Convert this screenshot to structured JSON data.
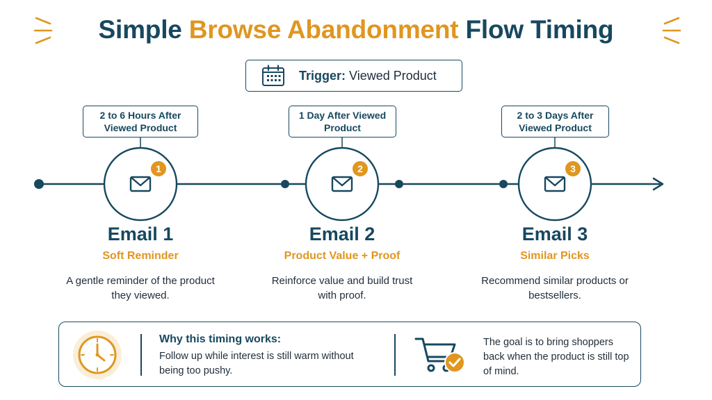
{
  "title": {
    "part1": "Simple ",
    "part2": "Browse Abandonment",
    "part3": " Flow Timing"
  },
  "trigger": {
    "label": "Trigger:",
    "value": " Viewed Product"
  },
  "steps": [
    {
      "timing": "2 to 6 Hours After Viewed Product",
      "badge": "1",
      "title": "Email 1",
      "subtitle": "Soft Reminder",
      "description": "A gentle reminder of the product they viewed."
    },
    {
      "timing": "1 Day After Viewed Product",
      "badge": "2",
      "title": "Email 2",
      "subtitle": "Product Value + Proof",
      "description": "Reinforce value and build trust with proof."
    },
    {
      "timing": "2 to 3 Days After Viewed Product",
      "badge": "3",
      "title": "Email 3",
      "subtitle": "Similar Picks",
      "description": "Recommend similar products or bestsellers."
    }
  ],
  "info": {
    "heading": "Why this timing works:",
    "text": "Follow up while interest is still warm without being too pushy.",
    "goal": "The goal is to bring shoppers back when the product is still top of mind."
  },
  "colors": {
    "navy": "#17485f",
    "gold": "#e0961f"
  },
  "icons": [
    "calendar-icon",
    "envelope-icon",
    "clock-icon",
    "cart-check-icon"
  ]
}
